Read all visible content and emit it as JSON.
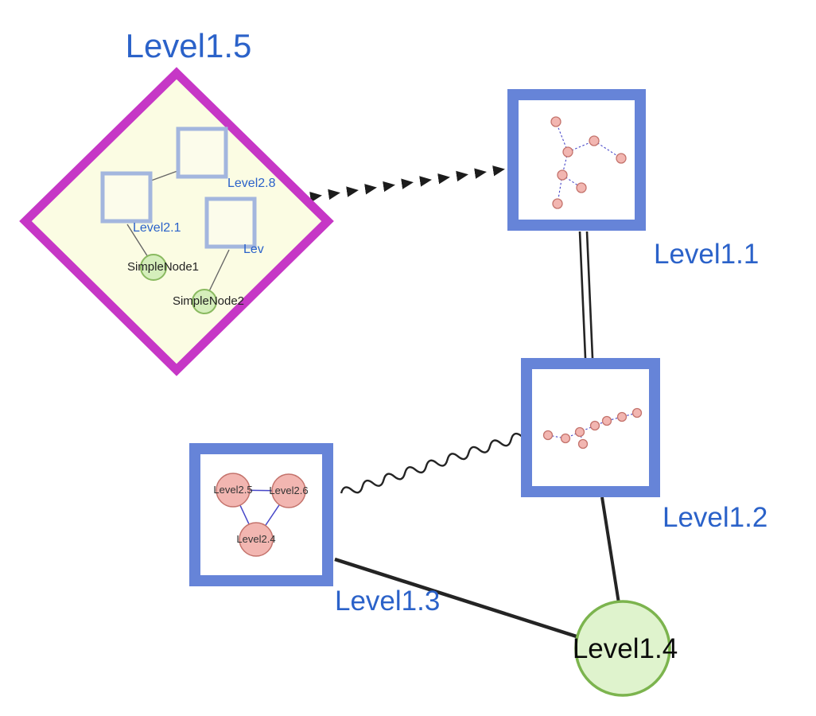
{
  "canvas": {
    "background": "#ffffff"
  },
  "nodes": {
    "level1_5": {
      "label": "Level1.5",
      "shape": "diamond"
    },
    "level1_1": {
      "label": "Level1.1",
      "shape": "square"
    },
    "level1_2": {
      "label": "Level1.2",
      "shape": "square"
    },
    "level1_3": {
      "label": "Level1.3",
      "shape": "square"
    },
    "level1_4": {
      "label": "Level1.4",
      "shape": "circle"
    },
    "level2_8": {
      "label": "Level2.8",
      "shape": "square"
    },
    "level2_1": {
      "label": "Level2.1",
      "shape": "square"
    },
    "level2_x": {
      "label": "Lev",
      "shape": "square"
    },
    "simple_node_1": {
      "label": "SimpleNode1",
      "shape": "circle"
    },
    "simple_node_2": {
      "label": "SimpleNode2",
      "shape": "circle"
    },
    "level2_5": {
      "label": "Level2.5",
      "shape": "circle"
    },
    "level2_6": {
      "label": "Level2.6",
      "shape": "circle"
    },
    "level2_4": {
      "label": "Level2.4",
      "shape": "circle"
    }
  },
  "edges": [
    {
      "from": "level1_5",
      "to": "level1_1",
      "style": "bold-arrowhead-chain"
    },
    {
      "from": "level1_1",
      "to": "level1_2",
      "style": "double-line"
    },
    {
      "from": "level1_3",
      "to": "level1_2",
      "style": "wavy"
    },
    {
      "from": "level1_3",
      "to": "level1_4",
      "style": "solid"
    },
    {
      "from": "level1_2",
      "to": "level1_4",
      "style": "solid"
    },
    {
      "from": "level2_8",
      "to": "level2_1",
      "style": "solid-thin"
    },
    {
      "from": "level2_1",
      "to": "simple_node_1",
      "style": "solid-thin"
    },
    {
      "from": "level2_x",
      "to": "simple_node_2",
      "style": "solid-thin"
    },
    {
      "from": "level2_5",
      "to": "level2_6",
      "style": "solid-blue"
    },
    {
      "from": "level2_5",
      "to": "level2_4",
      "style": "solid-blue"
    },
    {
      "from": "level2_6",
      "to": "level2_4",
      "style": "solid-blue"
    }
  ],
  "colors": {
    "canvas_bg": "#ffffff",
    "label_blue": "#2b62c9",
    "node_border_blue": "#6684d8",
    "node_fill": "#ffffff",
    "inner_square_border": "#a3b6de",
    "inner_square_fill": "#fcfceb",
    "diamond_stroke": "#c637c6",
    "diamond_fill": "#fbfce3",
    "green_fill": "#d5eebb",
    "green_stroke": "#8aba60",
    "level4_fill": "#dff3cd",
    "level4_stroke": "#7cb44e",
    "pink_fill": "#f2b6b1",
    "pink_stroke": "#c4736c",
    "mini_edge_blue": "#4747c8",
    "edge_black": "#242424"
  }
}
